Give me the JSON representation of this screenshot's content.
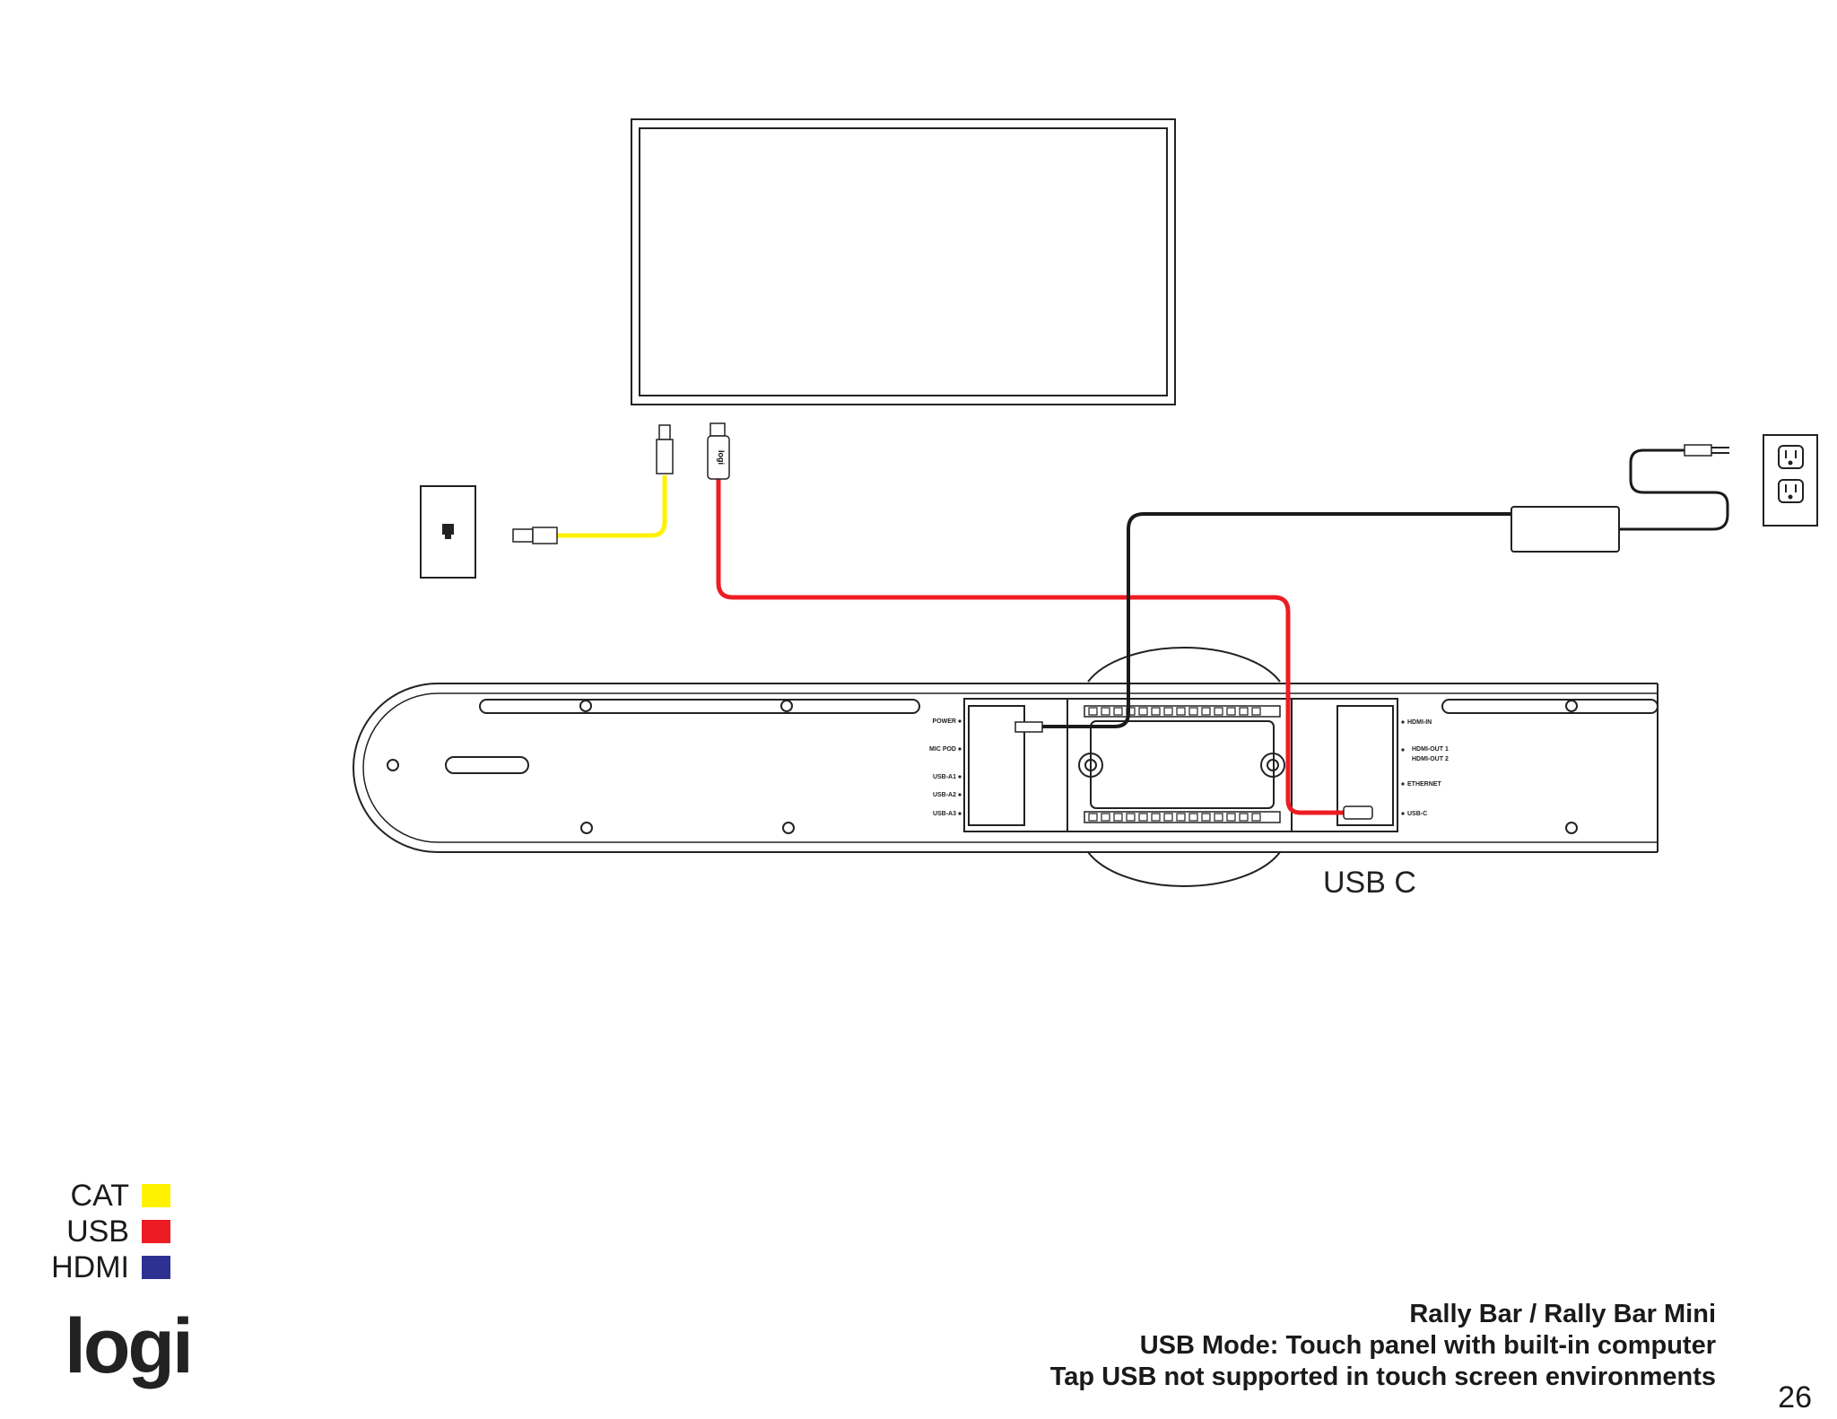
{
  "diagram": {
    "port_labels": {
      "left": [
        "POWER",
        "MIC POD",
        "USB-A1",
        "USB-A2",
        "USB-A3"
      ],
      "right": [
        "HDMI-IN",
        "HDMI-OUT 1",
        "HDMI-OUT 2",
        "ETHERNET",
        "USB-C"
      ]
    },
    "usb_logo_text": "logi",
    "callout": "USB C"
  },
  "legend": [
    {
      "label": "CAT",
      "color": "#fff200"
    },
    {
      "label": "USB",
      "color": "#ed1c24"
    },
    {
      "label": "HDMI",
      "color": "#2e3192"
    }
  ],
  "brand": {
    "logo_text": "logi"
  },
  "footer": {
    "line1": "Rally Bar / Rally Bar Mini",
    "line2": "USB Mode: Touch panel with built-in computer",
    "line3": "Tap USB not supported in touch screen environments"
  },
  "page_number": "26",
  "colors": {
    "cat": "#fff200",
    "usb": "#ed1c24",
    "hdmi": "#2e3192",
    "power": "#1a1a1a",
    "outline": "#222222"
  }
}
